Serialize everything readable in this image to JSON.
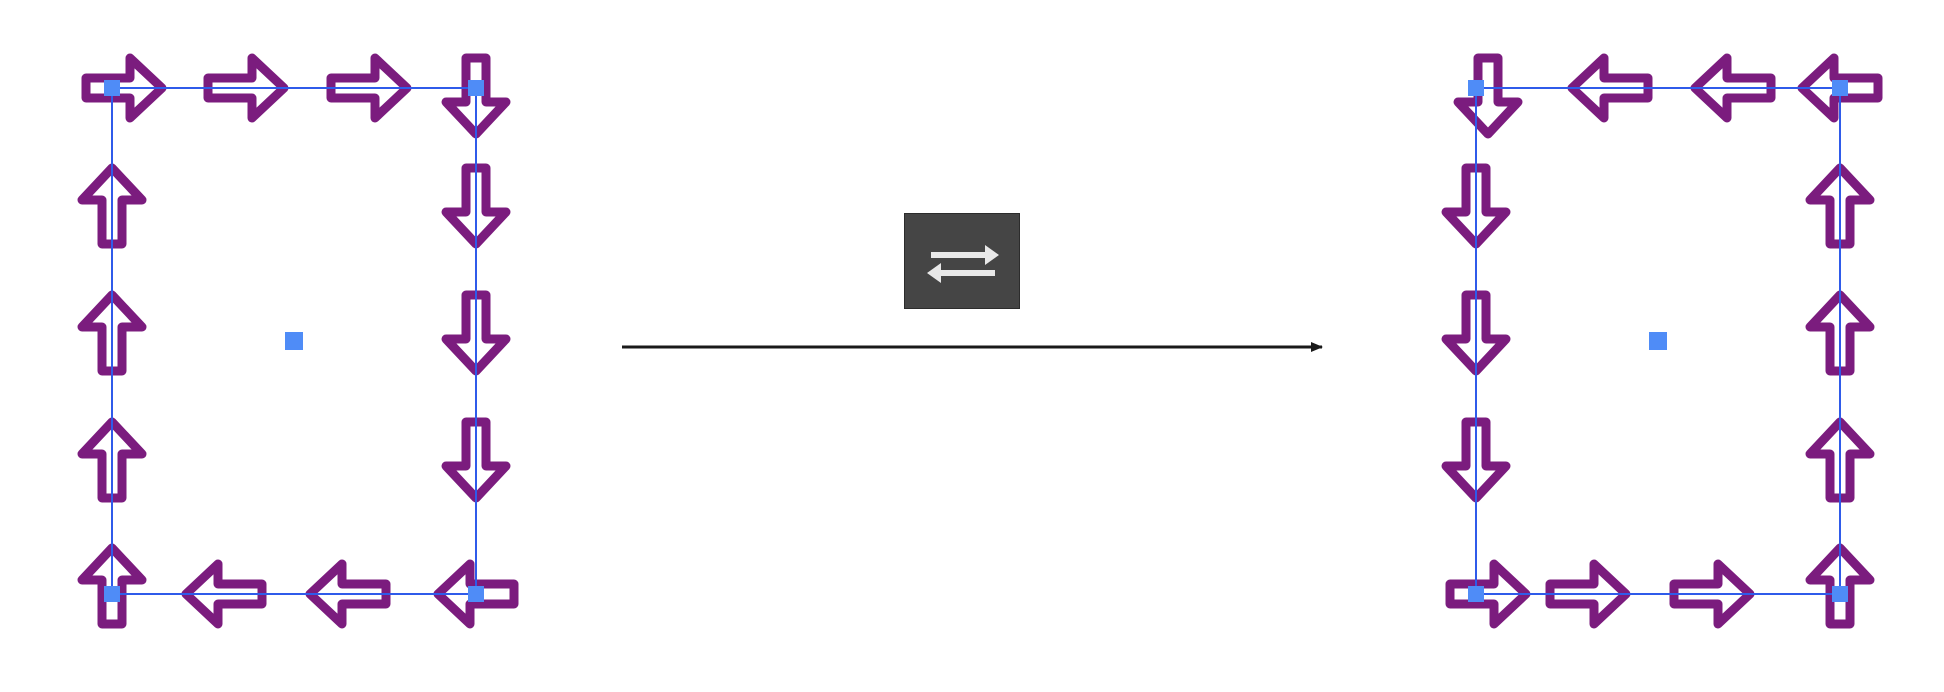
{
  "colors": {
    "arrow_stroke": "#7b1c7e",
    "path_line": "#2f5bea",
    "anchor_point": "#4f8cf7",
    "connector": "#1a1a1a",
    "button_bg": "#454545",
    "button_icon": "#e8e8e8"
  },
  "swap_button": {
    "icon": "swap-arrows-icon"
  },
  "before": {
    "label": "",
    "top_edge": [
      "right",
      "right",
      "right",
      "down"
    ],
    "right_edge": [
      "down",
      "down",
      "down"
    ],
    "bottom_edge": [
      "up",
      "left",
      "left",
      "left"
    ],
    "left_edge": [
      "up",
      "up",
      "up"
    ]
  },
  "after": {
    "label": "",
    "top_edge": [
      "down",
      "left",
      "left",
      "left"
    ],
    "right_edge": [
      "up",
      "up",
      "up"
    ],
    "bottom_edge": [
      "right",
      "right",
      "right",
      "up"
    ],
    "left_edge": [
      "down",
      "down",
      "down"
    ]
  }
}
